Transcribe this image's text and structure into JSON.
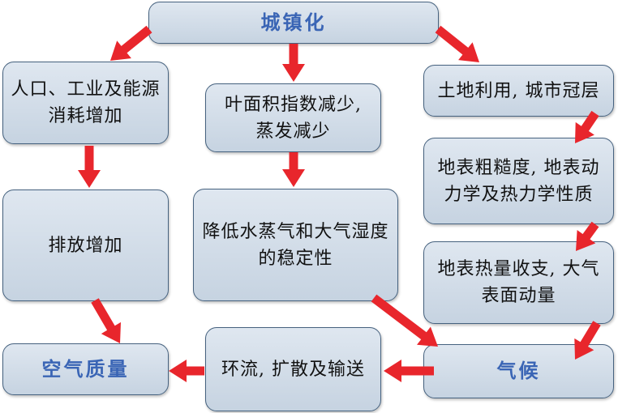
{
  "nodes": {
    "urbanization": {
      "lines": [
        "城镇化"
      ]
    },
    "population_energy": {
      "lines": [
        "人口、工业及能源",
        "消耗增加"
      ]
    },
    "leaf_area": {
      "lines": [
        "叶面积指数减少,",
        "蒸发减少"
      ]
    },
    "land_use": {
      "lines": [
        "土地利用, 城市冠层"
      ]
    },
    "surface_roughness": {
      "lines": [
        "地表粗糙度, 地表动",
        "力学及热力学性质"
      ]
    },
    "heat_budget": {
      "lines": [
        "地表热量收支, 大气",
        "表面动量"
      ]
    },
    "emissions": {
      "lines": [
        "排放增加"
      ]
    },
    "humidity_stability": {
      "lines": [
        "降低水蒸气和大气湿度",
        "的稳定性"
      ]
    },
    "air_quality": {
      "lines": [
        "空气质量"
      ]
    },
    "circulation": {
      "lines": [
        "环流, 扩散及输送"
      ]
    },
    "climate": {
      "lines": [
        "气候"
      ]
    }
  },
  "colors": {
    "box_fill_top": "#dfe7f0",
    "box_fill_bottom": "#c6d3e1",
    "box_border": "#46627f",
    "highlight_text": "#3a65b5",
    "body_text": "#111111",
    "arrow": "#e8262c"
  }
}
